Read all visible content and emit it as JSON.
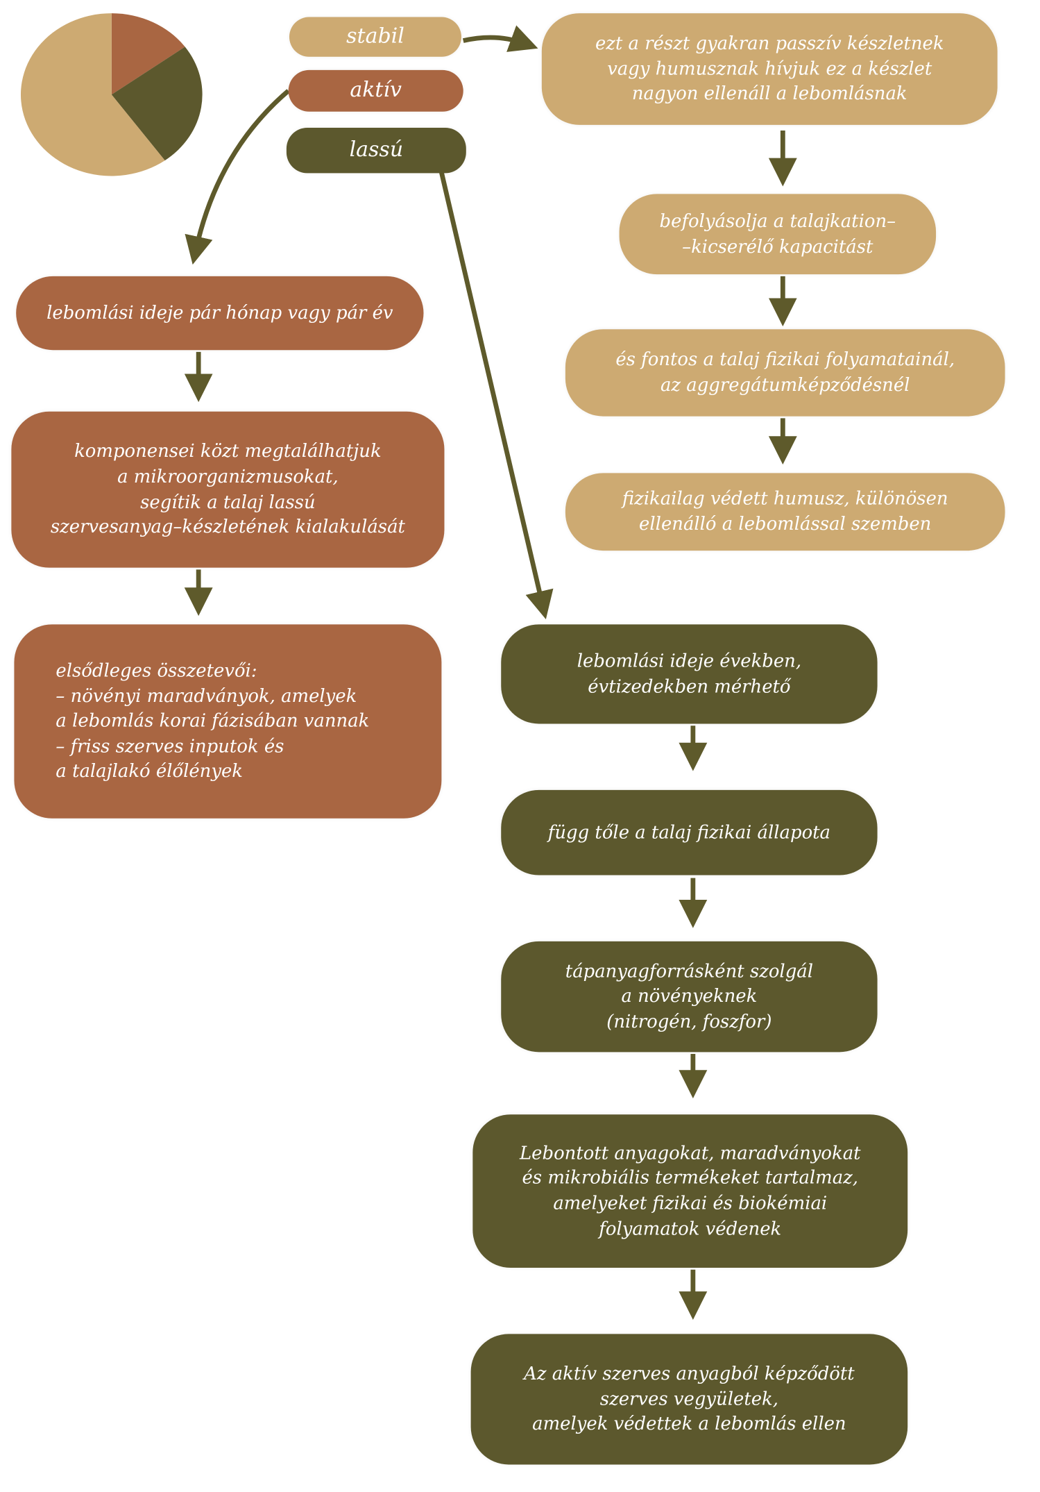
{
  "chart_data": {
    "type": "pie",
    "slices": [
      {
        "name": "aktív",
        "value": 15,
        "color": "#a96642"
      },
      {
        "name": "lassú",
        "value": 25,
        "color": "#5c582d"
      },
      {
        "name": "stabil",
        "value": 60,
        "color": "#cdaa72"
      }
    ]
  },
  "colors": {
    "stabil": "#cdaa72",
    "aktiv": "#a96642",
    "lassu": "#5c582d",
    "arrow": "#5e5a2b"
  },
  "labels": {
    "stabil": "stabil",
    "aktiv": "aktív",
    "lassu": "lassú"
  },
  "stabil_steps": [
    "ezt a részt gyakran passzív készletnek\nvagy humusznak hívjuk ez a készlet\nnagyon ellenáll a lebomlásnak",
    "befolyásolja a talajkation–\n–kicserélő kapacitást",
    "és fontos a talaj fizikai folyamatainál,\naz aggregátumképződésnél",
    "fizikailag védett humusz, különösen\nellenálló a lebomlással szemben"
  ],
  "aktiv_steps": [
    "lebomlási ideje pár hónap vagy pár év",
    "komponensei közt megtalálhatjuk\na mikroorganizmusokat,\nsegítik a talaj lassú\nszervesanyag–készletének kialakulását",
    "elsődleges összetevői:\n– növényi maradványok, amelyek\n   a lebomlás korai fázisában vannak\n– friss szerves inputok és\n   a talajlakó élőlények"
  ],
  "lassu_steps": [
    "lebomlási ideje években,\névtizedekben mérhető",
    "függ tőle a talaj fizikai állapota",
    "tápanyagforrásként szolgál\na növényeknek\n(nitrogén, foszfor)",
    "Lebontott anyagokat, maradványokat\nés mikrobiális termékeket tartalmaz,\namelyeket fizikai és biokémiai\nfolyamatok védenek",
    "Az aktív szerves anyagból képződött\nszerves vegyületek,\namelyek védettek a lebomlás ellen"
  ]
}
